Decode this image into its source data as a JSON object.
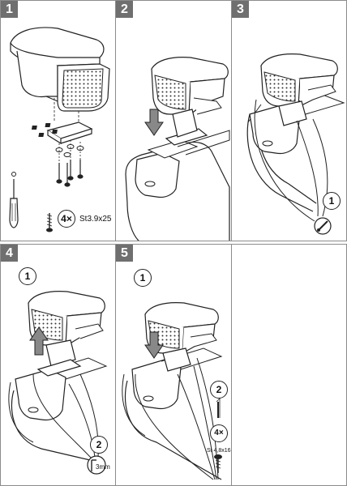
{
  "steps": [
    {
      "number": "1",
      "qty": "4×",
      "screw": "St3.9x25"
    },
    {
      "number": "2"
    },
    {
      "number": "3",
      "sub_step": "1"
    },
    {
      "number": "4",
      "sub_step_1": "1",
      "sub_step_2": "2",
      "drill": "3mm"
    },
    {
      "number": "5",
      "sub_step_1": "1",
      "sub_step_2": "2",
      "qty": "4×",
      "screw": "St 4,8x16"
    }
  ],
  "colors": {
    "border": "#8c8c8c",
    "badge": "#6f6f6f",
    "line": "#222222"
  }
}
